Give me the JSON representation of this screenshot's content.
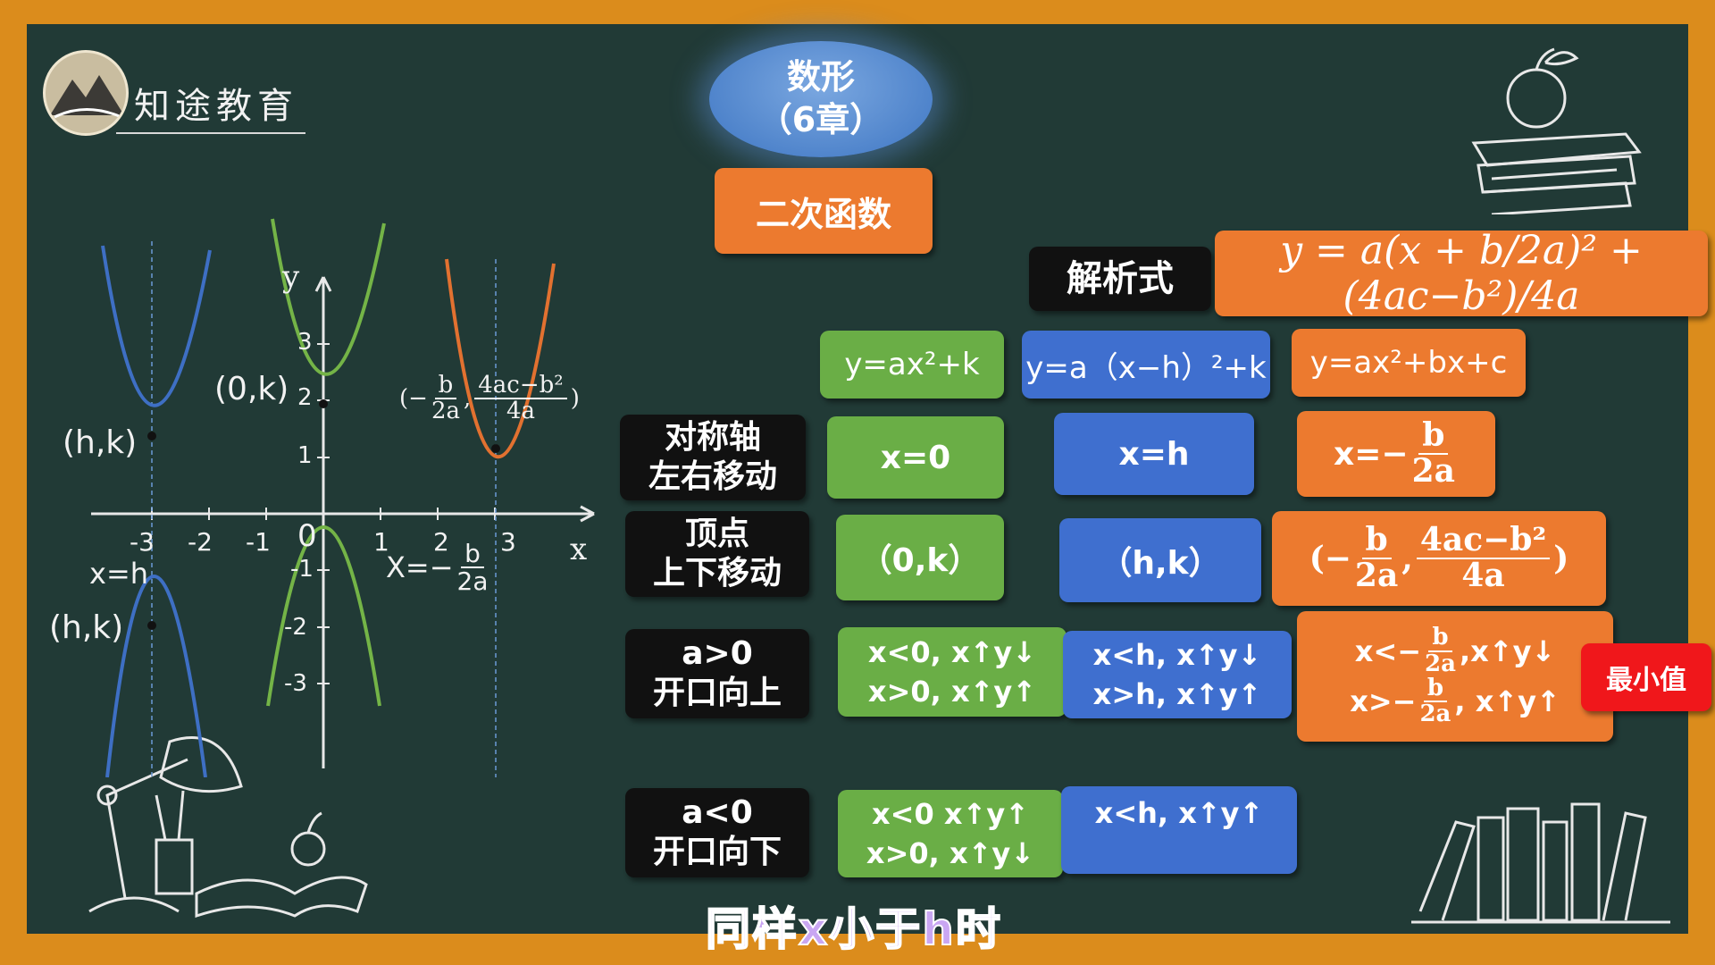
{
  "logo": {
    "name": "知途教育"
  },
  "header": {
    "title_line1": "数形",
    "title_line2": "（6章）",
    "topic": "二次函数"
  },
  "analytic": {
    "label": "解析式",
    "formula": "y = a(x + b/2a)² + (4ac−b²)/4a"
  },
  "forms": {
    "f1": "y=ax²+k",
    "f2": "y=a（x−h）²+k",
    "f3": "y=ax²+bx+c"
  },
  "rows": {
    "axis": {
      "label1": "对称轴",
      "label2": "左右移动",
      "c1": "x=0",
      "c2": "x=h",
      "c3_prefix": "x=−",
      "c3_num": "b",
      "c3_den": "2a"
    },
    "vertex": {
      "label1": "顶点",
      "label2": "上下移动",
      "c1": "（0,k）",
      "c2": "（h,k）",
      "c3_open": "(−",
      "c3_num1": "b",
      "c3_den1": "2a",
      "c3_num2": "4ac−b²",
      "c3_den2": "4a",
      "c3_close": ")"
    },
    "up": {
      "label1": "a>0",
      "label2": "开口向上",
      "c1_l1": "x<0, x↑y↓",
      "c1_l2": "x>0, x↑y↑",
      "c2_l1": "x<h, x↑y↓",
      "c2_l2": "x>h, x↑y↑",
      "c3_l1_pre": "x<−",
      "c3_l1_post": ",x↑y↓",
      "c3_l2_pre": "x>−",
      "c3_l2_post": ", x↑y↑",
      "c3_num": "b",
      "c3_den": "2a",
      "badge": "最小值"
    },
    "down": {
      "label1": "a<0",
      "label2": "开口向下",
      "c1_l1": "x<0 x↑y↑",
      "c1_l2": "x>0, x↑y↓",
      "c2_l1": "x<h, x↑y↑"
    }
  },
  "graph": {
    "hk_top": "(h,k)",
    "zero_k": "(0,k)",
    "hk_bottom": "(h,k)",
    "x_eq_h": "x=h",
    "vertex_open": "(−",
    "vertex_b": "b",
    "vertex_2a": "2a",
    "vertex_num": "4ac−b²",
    "vertex_den": "4a",
    "vertex_close": ")",
    "axis_eq_pre": "X=−",
    "axis_eq_num": "b",
    "axis_eq_den": "2a",
    "x_axis": "x",
    "y_axis": "y",
    "x_ticks": [
      "-3",
      "-2",
      "-1",
      "0",
      "1",
      "2",
      "3"
    ],
    "y_ticks": [
      "3",
      "2",
      "1",
      "-1",
      "-2",
      "-3"
    ]
  },
  "subtitle": "同样x小于h时",
  "colors": {
    "board": "#213a36",
    "frame": "#db8c1c",
    "green": "#6aae46",
    "blue": "#3f6fcf",
    "orange": "#ec7a2f",
    "red": "#f0171b"
  }
}
